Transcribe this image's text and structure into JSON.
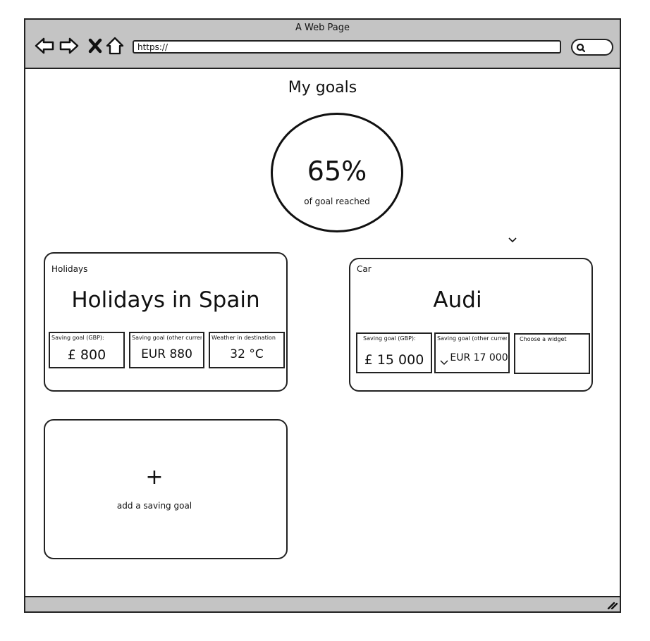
{
  "window": {
    "title": "A Web Page",
    "url": "https://",
    "icons": [
      "back-arrow-icon",
      "forward-arrow-icon",
      "close-icon",
      "home-icon",
      "search-icon",
      "resize-grip-icon"
    ]
  },
  "page": {
    "title": "My goals",
    "progress": {
      "value_text": "65%",
      "value": 65,
      "caption": "of goal reached"
    }
  },
  "cards": [
    {
      "category": "Holidays",
      "title": "Holidays in Spain",
      "widgets": [
        {
          "label": "Saving goal (GBP):",
          "value": "£ 800"
        },
        {
          "label": "Saving goal (other currency):",
          "value": "EUR 880"
        },
        {
          "label": "Weather in destination",
          "value": "32 °C"
        }
      ]
    },
    {
      "category": "Car",
      "title": "Audi",
      "widgets": [
        {
          "label": "Saving goal (GBP):",
          "value": "£ 15 000"
        },
        {
          "label": "Saving goal (other currency):",
          "value": "EUR 17 000"
        },
        {
          "label": "Choose a widget",
          "value": ""
        }
      ]
    }
  ],
  "add_card": {
    "icon": "+",
    "label": "add a saving goal"
  }
}
